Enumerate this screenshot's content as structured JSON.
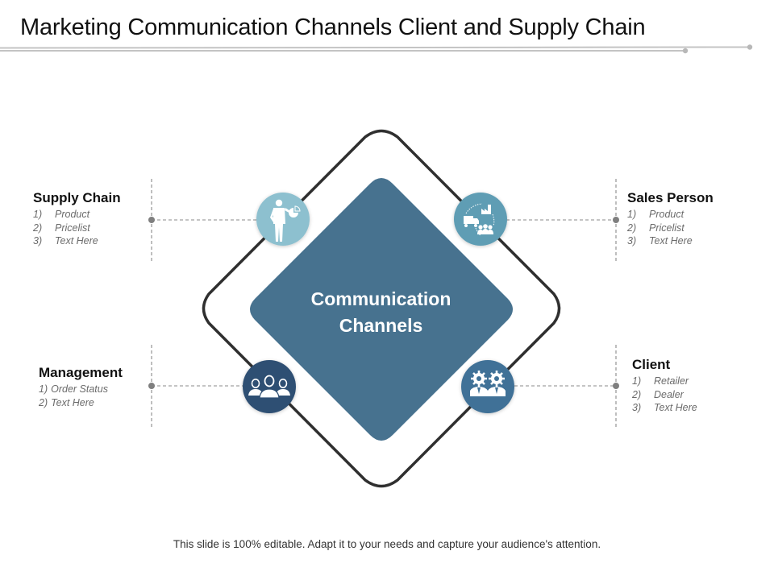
{
  "slide": {
    "title": "Marketing Communication Channels Client and Supply Chain",
    "footer": "This slide is 100% editable. Adapt it to your needs and capture your audience's attention."
  },
  "center": {
    "line1": "Communication",
    "line2": "Channels"
  },
  "colors": {
    "center_diamond": "#47728f",
    "outer_outline": "#2f2f2f",
    "circle_supply_chain": "#8dc0cf",
    "circle_sales_person": "#5f9db4",
    "circle_management": "#2f4f73",
    "circle_client": "#3f7197",
    "connector": "#888888",
    "title_rule": "#bfbfbf"
  },
  "nodes": {
    "supply_chain": {
      "title": "Supply Chain",
      "icon": "businessman-presenting-chart-icon",
      "items": [
        {
          "num": "1)",
          "text": "Product"
        },
        {
          "num": "2)",
          "text": "Pricelist"
        },
        {
          "num": "3)",
          "text": "Text Here"
        }
      ]
    },
    "sales_person": {
      "title": "Sales Person",
      "icon": "truck-factory-team-cycle-icon",
      "items": [
        {
          "num": "1)",
          "text": "Product"
        },
        {
          "num": "2)",
          "text": "Pricelist"
        },
        {
          "num": "3)",
          "text": "Text Here"
        }
      ]
    },
    "management": {
      "title": "Management",
      "icon": "team-group-icon",
      "items": [
        {
          "num": "1)",
          "text": "Order Status"
        },
        {
          "num": "2)",
          "text": "Text Here"
        }
      ]
    },
    "client": {
      "title": "Client",
      "icon": "gear-people-icon",
      "items": [
        {
          "num": "1)",
          "text": "Retailer"
        },
        {
          "num": "2)",
          "text": "Dealer"
        },
        {
          "num": "3)",
          "text": "Text Here"
        }
      ]
    }
  }
}
